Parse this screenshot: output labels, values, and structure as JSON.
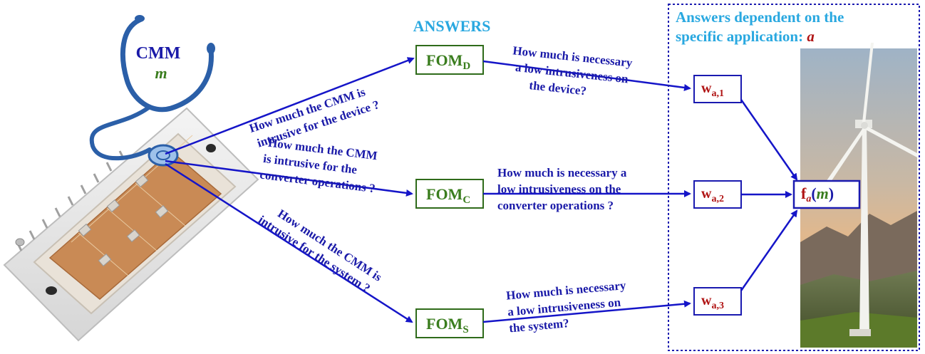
{
  "header": {
    "answers": "ANSWERS"
  },
  "panel": {
    "title_line1": "Answers dependent on the",
    "title_line2": "specific application: ",
    "title_var": "a"
  },
  "cmm": {
    "label": "CMM",
    "var": "m"
  },
  "questions": {
    "device": [
      "How much the CMM is",
      "intrusive for the device ?"
    ],
    "converter": [
      "How much the CMM",
      "is intrusive for the",
      "converter operations ?"
    ],
    "system": [
      "How much the CMM is",
      "intrusive for the system ?"
    ]
  },
  "foms": {
    "device": {
      "base": "FOM",
      "sub": "D"
    },
    "converter": {
      "base": "FOM",
      "sub": "C"
    },
    "system": {
      "base": "FOM",
      "sub": "S"
    }
  },
  "necessity": {
    "device": [
      "How much is necessary",
      "a low intrusiveness on",
      "the device?"
    ],
    "converter": [
      "How much is necessary a",
      "low intrusiveness on the",
      "converter operations ?"
    ],
    "system": [
      "How much is necessary",
      "a low intrusiveness on",
      "the system?"
    ]
  },
  "weights": [
    {
      "base": "w",
      "sub": "a,1"
    },
    {
      "base": "w",
      "sub": "a,2"
    },
    {
      "base": "w",
      "sub": "a,3"
    }
  ],
  "result": {
    "f": "f",
    "sub": "a",
    "open": "(",
    "var": "m",
    "close": ")"
  },
  "colors": {
    "arrow": "#1515c8",
    "fom_text": "#3a7d1e",
    "fom_border": "#2f6b1a",
    "weight_text": "#b01414",
    "weight_border": "#1a1ab0",
    "header": "#29a8e0",
    "question": "#1a1aa8"
  }
}
